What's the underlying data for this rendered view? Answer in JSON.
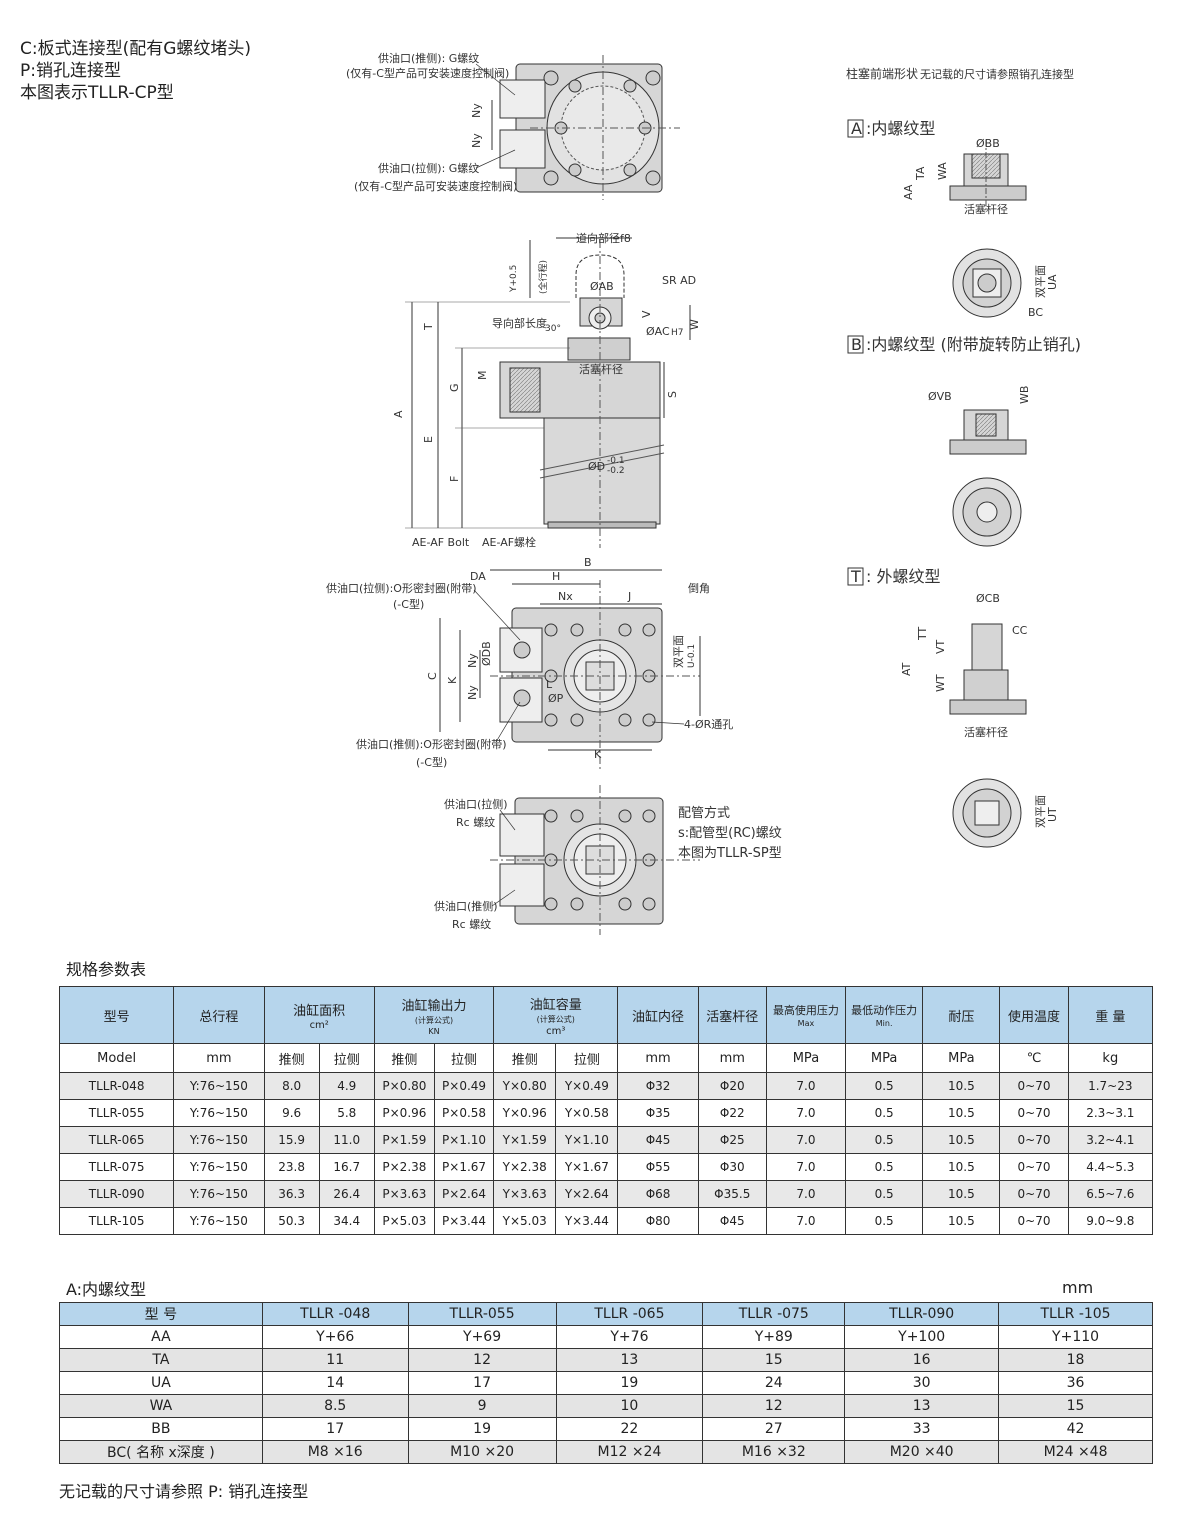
{
  "intro": {
    "line1": "C:板式连接型(配有G螺纹堵头)",
    "line2": "P:销孔连接型",
    "line3": "本图表示TLLR-CP型"
  },
  "drawing": {
    "top_port_push": "供油口(推侧): G螺纹",
    "top_port_push_note": "(仅有-C型产品可安装速度控制阀)",
    "top_port_pull": "供油口(拉侧): G螺纹",
    "top_port_pull_note": "(仅有-C型产品可安装速度控制阀)",
    "ny": "Ny",
    "guide_dia": "道向部径f8",
    "y_tol": "Y+0.5",
    "full_stroke": "(全行程)",
    "ab": "ØAB",
    "sr_ad": "SR AD",
    "guide_len": "导向部长度",
    "angle30": "30°",
    "ac": "ØAC",
    "ac_tol": "H7",
    "piston_rod": "活塞杆径",
    "dim_T": "T",
    "dim_V": "V",
    "dim_W": "W",
    "dim_A": "A",
    "dim_G": "G",
    "dim_M": "M",
    "dim_S": "S",
    "dim_E": "E",
    "dim_F": "F",
    "od": "ØD",
    "od_tol_up": "-0.1",
    "od_tol_dn": "-0.2",
    "bolt": "AE-AF Bolt",
    "bolt_cn": "AE-AF螺栓",
    "pull_oring": "供油口(拉侧):O形密封圈(附带)",
    "c_type": "(-C型)",
    "push_oring": "供油口(推侧):O形密封圈(附带)",
    "dim_DA": "DA",
    "dim_H": "H",
    "dim_B": "B",
    "dim_Nx": "Nx",
    "dim_J": "J",
    "chamfer": "倒角",
    "dim_DB": "ØDB",
    "dim_C": "C",
    "dim_K": "K",
    "dim_L": "L",
    "dim_P": "ØP",
    "flats": "双平面",
    "flats_u": "U-0.1",
    "holes": "4-ØR通孔",
    "rc_pull": "供油口(拉侧)",
    "rc_pull2": "Rc 螺纹",
    "rc_push": "供油口(推侧)",
    "rc_push2": "Rc 螺纹",
    "piping": "配管方式",
    "piping2": "s:配管型(RC)螺纹",
    "piping3": "本图为TLLR-SP型"
  },
  "right_panel": {
    "title": "柱塞前端形状",
    "title_note": "无记载的尺寸请参照销孔连接型",
    "a_letter": "A",
    "a_label": ":内螺纹型",
    "b_letter": "B",
    "b_label": ":内螺纹型 (附带旋转防止销孔)",
    "t_letter": "T",
    "t_label": ": 外螺纹型",
    "bb": "ØBB",
    "ta": "TA",
    "wa": "WA",
    "aa": "AA",
    "rod": "活塞杆径",
    "flat": "双平面",
    "ua": "UA",
    "bc": "BC",
    "vb": "ØVB",
    "wb": "WB",
    "cb": "ØCB",
    "cc": "CC",
    "at": "AT",
    "tt": "TT",
    "vt": "VT",
    "wt": "WT",
    "ut": "UT"
  },
  "spec_table": {
    "title": "规格参数表",
    "headers": [
      {
        "label": "型号",
        "sub": ""
      },
      {
        "label": "总行程",
        "sub": ""
      },
      {
        "label": "油缸面积",
        "sub": "cm²"
      },
      {
        "label": "油缸输出力",
        "sub": "(计算公式)",
        "sub2": "KN"
      },
      {
        "label": "油缸容量",
        "sub": "(计算公式)",
        "sub2": "cm³"
      },
      {
        "label": "油缸内径",
        "sub": ""
      },
      {
        "label": "活塞杆径",
        "sub": ""
      },
      {
        "label": "最高使用压力",
        "sub": "Max"
      },
      {
        "label": "最低动作压力",
        "sub": "Min."
      },
      {
        "label": "耐压",
        "sub": ""
      },
      {
        "label": "使用温度",
        "sub": ""
      },
      {
        "label": "重 量",
        "sub": ""
      }
    ],
    "units": [
      "Model",
      "mm",
      "推侧",
      "拉侧",
      "推侧",
      "拉侧",
      "推侧",
      "拉侧",
      "mm",
      "mm",
      "MPa",
      "MPa",
      "MPa",
      "℃",
      "kg"
    ],
    "rows": [
      [
        "TLLR-048",
        "Y:76~150",
        "8.0",
        "4.9",
        "P×0.80",
        "P×0.49",
        "Y×0.80",
        "Y×0.49",
        "Φ32",
        "Φ20",
        "7.0",
        "0.5",
        "10.5",
        "0~70",
        "1.7~23"
      ],
      [
        "TLLR-055",
        "Y:76~150",
        "9.6",
        "5.8",
        "P×0.96",
        "P×0.58",
        "Y×0.96",
        "Y×0.58",
        "Φ35",
        "Φ22",
        "7.0",
        "0.5",
        "10.5",
        "0~70",
        "2.3~3.1"
      ],
      [
        "TLLR-065",
        "Y:76~150",
        "15.9",
        "11.0",
        "P×1.59",
        "P×1.10",
        "Y×1.59",
        "Y×1.10",
        "Φ45",
        "Φ25",
        "7.0",
        "0.5",
        "10.5",
        "0~70",
        "3.2~4.1"
      ],
      [
        "TLLR-075",
        "Y:76~150",
        "23.8",
        "16.7",
        "P×2.38",
        "P×1.67",
        "Y×2.38",
        "Y×1.67",
        "Φ55",
        "Φ30",
        "7.0",
        "0.5",
        "10.5",
        "0~70",
        "4.4~5.3"
      ],
      [
        "TLLR-090",
        "Y:76~150",
        "36.3",
        "26.4",
        "P×3.63",
        "P×2.64",
        "Y×3.63",
        "Y×2.64",
        "Φ68",
        "Φ35.5",
        "7.0",
        "0.5",
        "10.5",
        "0~70",
        "6.5~7.6"
      ],
      [
        "TLLR-105",
        "Y:76~150",
        "50.3",
        "34.4",
        "P×5.03",
        "P×3.44",
        "Y×5.03",
        "Y×3.44",
        "Φ80",
        "Φ45",
        "7.0",
        "0.5",
        "10.5",
        "0~70",
        "9.0~9.8"
      ]
    ]
  },
  "a_table": {
    "title": "A:内螺纹型",
    "unit": "mm",
    "header": [
      "型 号",
      "TLLR -048",
      "TLLR-055",
      "TLLR -065",
      "TLLR -075",
      "TLLR-090",
      "TLLR -105"
    ],
    "rows": [
      [
        "AA",
        "Y+66",
        "Y+69",
        "Y+76",
        "Y+89",
        "Y+100",
        "Y+110"
      ],
      [
        "TA",
        "11",
        "12",
        "13",
        "15",
        "16",
        "18"
      ],
      [
        "UA",
        "14",
        "17",
        "19",
        "24",
        "30",
        "36"
      ],
      [
        "WA",
        "8.5",
        "9",
        "10",
        "12",
        "13",
        "15"
      ],
      [
        "BB",
        "17",
        "19",
        "22",
        "27",
        "33",
        "42"
      ],
      [
        "BC( 名称 x深度 )",
        "M8 ×16",
        "M10 ×20",
        "M12 ×24",
        "M16 ×32",
        "M20 ×40",
        "M24 ×48"
      ]
    ],
    "footnote": "无记载的尺寸请参照 P: 销孔连接型"
  },
  "colors": {
    "header_blue": "#b6d5ec",
    "row_gray": "#e8e8e8",
    "part_gray": "#d6d6d6"
  }
}
